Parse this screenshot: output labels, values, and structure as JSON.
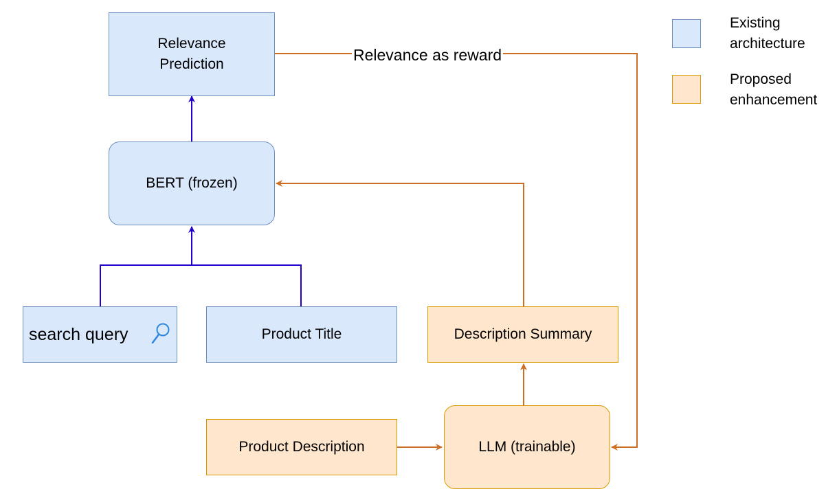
{
  "nodes": {
    "relevance_prediction": [
      "Relevance",
      "Prediction"
    ],
    "bert": "BERT (frozen)",
    "search_query": "search query",
    "product_title": "Product Title",
    "description_summary": "Description Summary",
    "product_description": "Product Description",
    "llm": "LLM (trainable)"
  },
  "edge_label": "Relevance as reward",
  "legend": [
    {
      "lines": [
        "Existing",
        "architecture"
      ],
      "color": "#dae8fc",
      "border": "#6c8ebf"
    },
    {
      "lines": [
        "Proposed",
        "enhancement"
      ],
      "color": "#ffe6cc",
      "border": "#d79b00"
    }
  ],
  "colors": {
    "existing_fill": "#dae8fc",
    "existing_border": "#6c8ebf",
    "proposed_fill": "#ffe6cc",
    "proposed_border": "#d79b00",
    "existing_arrow": "#2200cc",
    "proposed_arrow": "#cc6e24"
  },
  "icons": {
    "search": "magnifier-icon"
  }
}
